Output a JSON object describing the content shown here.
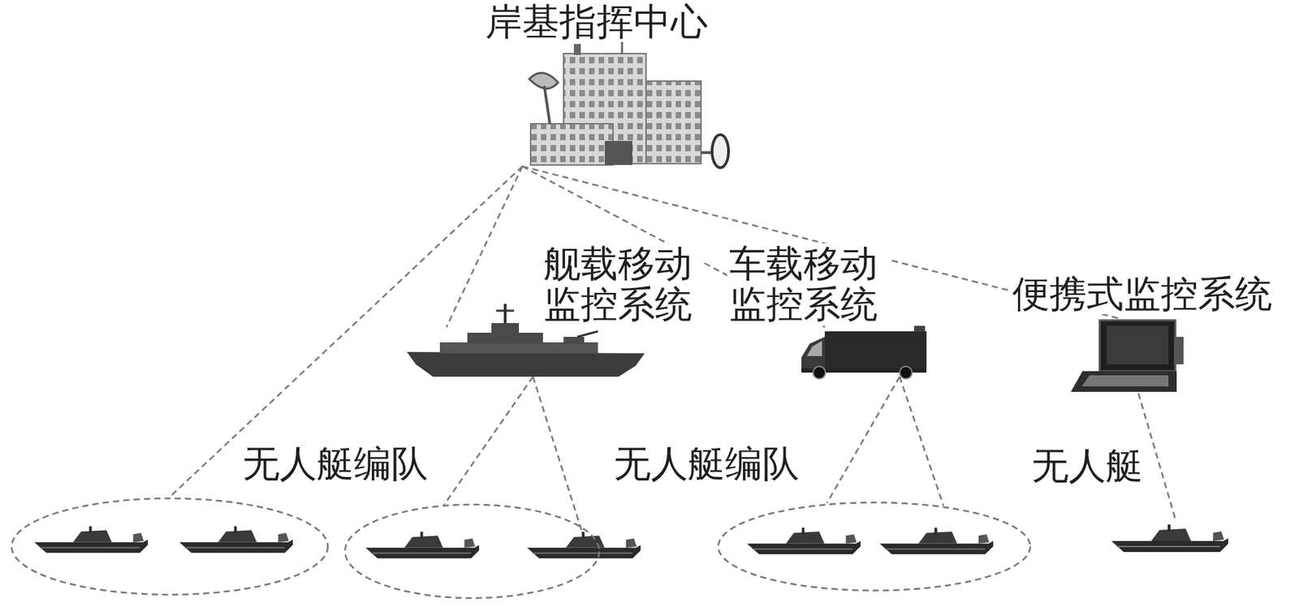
{
  "diagram": {
    "nodes": [
      {
        "text": [
          "岸基指挥中心"
        ]
      },
      {
        "text": [
          "舰载移动 监控系统"
        ]
      },
      {
        "text": [
          "车载移动 监控系统"
        ]
      },
      {
        "text": [
          "便携式监控系统"
        ]
      },
      {
        "text": [
          "无人艇编队"
        ]
      },
      {
        "text": []
      },
      {
        "text": [
          "无人艇编队"
        ]
      },
      {
        "text": [
          "无人艇"
        ]
      }
    ],
    "edges": [
      {
        "from": 0,
        "to": 4,
        "arrow": "none"
      },
      {
        "from": 0,
        "to": 1,
        "arrow": "none"
      },
      {
        "from": 0,
        "to": 2,
        "arrow": "none"
      },
      {
        "from": 0,
        "to": 3,
        "arrow": "none"
      },
      {
        "from": 1,
        "to": 5,
        "arrow": "none"
      },
      {
        "from": 1,
        "to": 5,
        "arrow": "none"
      },
      {
        "from": 2,
        "to": 6,
        "arrow": "none"
      },
      {
        "from": 2,
        "to": 6,
        "arrow": "none"
      },
      {
        "from": 3,
        "to": 7,
        "arrow": "none"
      }
    ]
  }
}
